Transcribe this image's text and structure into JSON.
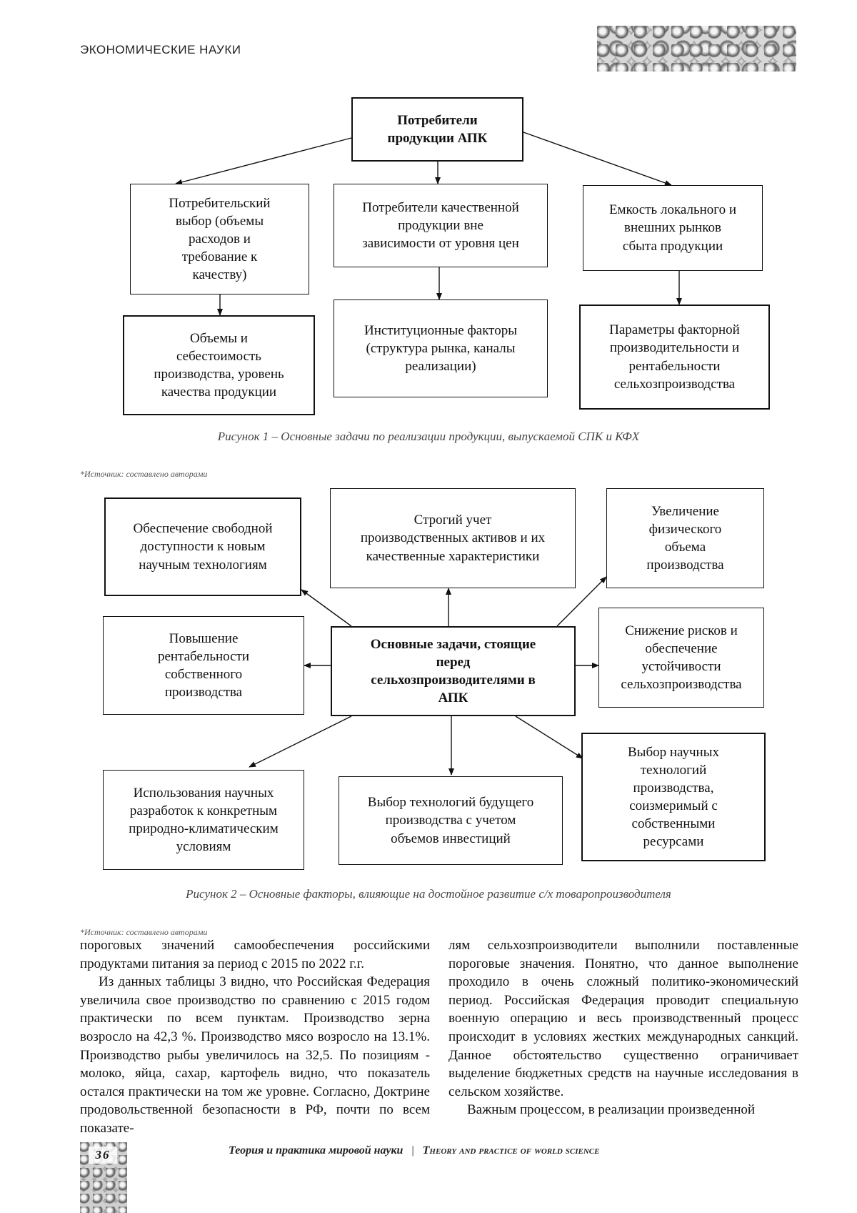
{
  "header": {
    "running_head": "ЭКОНОМИЧЕСКИЕ НАУКИ"
  },
  "figure1": {
    "top": "Потребители\nпродукции АПК",
    "mid_left": "Потребительский\nвыбор (объемы\nрасходов и\nтребование к\nкачеству)",
    "mid_center": "Потребители качественной\nпродукции вне\nзависимости от уровня цен",
    "mid_right": "Емкость локального и\nвнешних рынков\nсбыта продукции",
    "bottom_left": "Объемы и\nсебестоимость\nпроизводства, уровень\nкачества продукции",
    "bottom_center": "Институционные факторы\n(структура рынка, каналы\nреализации)",
    "bottom_right": "Параметры факторной\nпроизводительности и\nрентабельности\nсельхозпроизводства",
    "caption": "Рисунок 1 – Основные задачи по реализации продукции, выпускаемой СПК и КФХ",
    "source": "*Источник: составлено авторами"
  },
  "figure2": {
    "center": "Основные задачи, стоящие\nперед\nсельхозпроизводителями в\nАПК",
    "top_left": "Обеспечение свободной\nдоступности к новым\nнаучным технологиям",
    "top_center": "Строгий учет\nпроизводственных активов и их\nкачественные характеристики",
    "top_right": "Увеличение\nфизического\nобъема\nпроизводства",
    "mid_left": "Повышение\nрентабельности\nсобственного\nпроизводства",
    "mid_right": "Снижение рисков и\nобеспечение\nустойчивости\nсельхозпроизводства",
    "bottom_left": "Использования научных\nразработок к конкретным\nприродно-климатическим\nусловиям",
    "bottom_center": "Выбор технологий будущего\nпроизводства с учетом\nобъемов инвестиций",
    "bottom_right": "Выбор научных\nтехнологий\nпроизводства,\nсоизмеримый с\nсобственными\nресурсами",
    "caption": "Рисунок 2 – Основные факторы, влияющие на достойное развитие с/х товаропроизводителя",
    "source": "*Источник: составлено авторами"
  },
  "body_text": {
    "left_p1": "пороговых значений самообеспечения российскими продуктами питания за период с 2015 по 2022 г.г.",
    "left_p2": "Из данных таблицы 3 видно, что Российская Федерация увеличила свое производство по сравнению с 2015 годом практически по всем пунктам. Производство зерна возросло на 42,3 %. Производство мясо возросло на 13.1%. Производство рыбы увеличилось на 32,5. По позициям - молоко, яйца, сахар, картофель видно, что показатель остался практически на том же уровне. Согласно, Доктрине продовольственной безопасности в РФ, почти по всем показате-",
    "right_p1": "лям сельхозпроизводители выполнили поставленные пороговые значения. Понятно, что данное выполнение проходило в очень сложный политико-экономический период. Российская Федерация проводит специальную военную операцию и весь производственный процесс происходит в условиях жестких международных санкций. Данное обстоятельство существенно ограничивает выделение бюджетных средств на научные исследования в сельском хозяйстве.",
    "right_p2": "Важным процессом, в реализации произведенной"
  },
  "footer": {
    "page_number": "36",
    "journal_ru": "Теория и практика мировой науки",
    "separator": "|",
    "journal_en": "Theory and practice of world science"
  }
}
